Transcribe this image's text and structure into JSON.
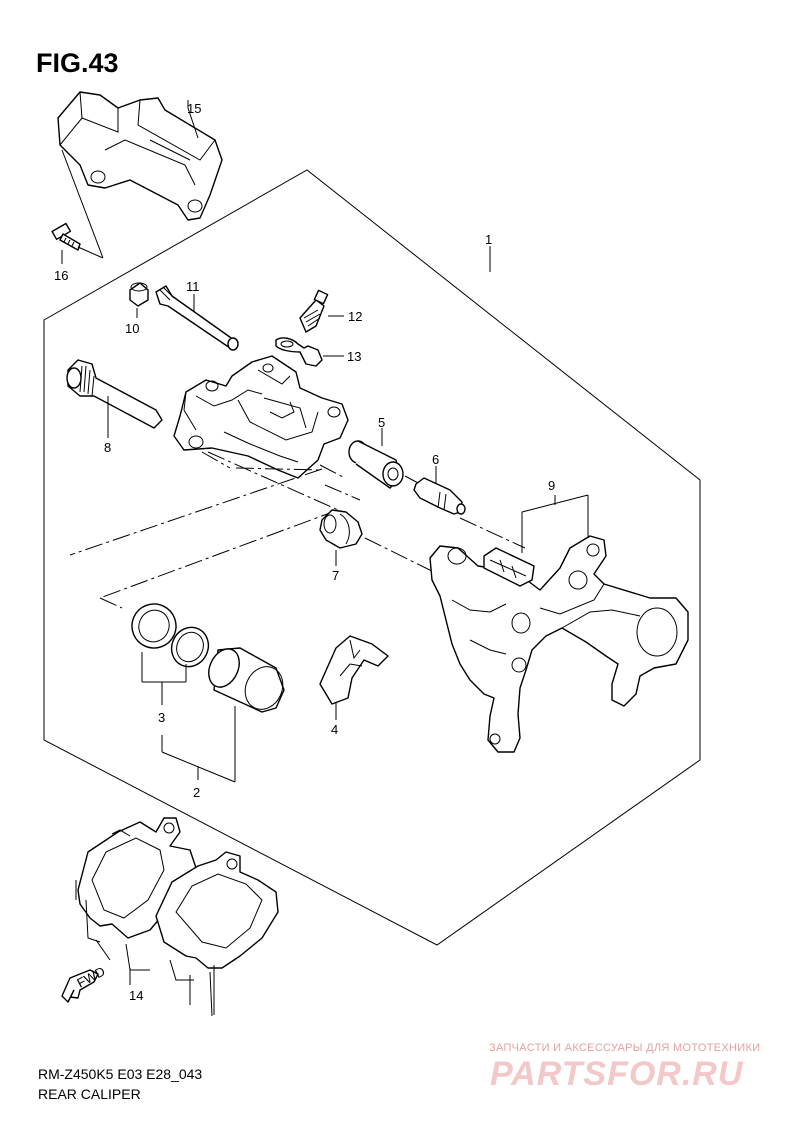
{
  "figure": {
    "title": "FIG.43",
    "code": "RM-Z450K5 E03 E28_043",
    "name": "REAR CALIPER"
  },
  "callouts": {
    "c1": "1",
    "c2": "2",
    "c3": "3",
    "c4": "4",
    "c5": "5",
    "c6": "6",
    "c7": "7",
    "c8": "8",
    "c9": "9",
    "c10": "10",
    "c11": "11",
    "c12": "12",
    "c13": "13",
    "c14": "14",
    "c15": "15",
    "c16": "16"
  },
  "fwd_label": "FWD",
  "watermark": {
    "tagline": "ЗАПЧАСТИ И АКСЕССУАРЫ ДЛЯ МОТОТЕХНИКИ",
    "logo": "PARTSFOR.RU"
  }
}
